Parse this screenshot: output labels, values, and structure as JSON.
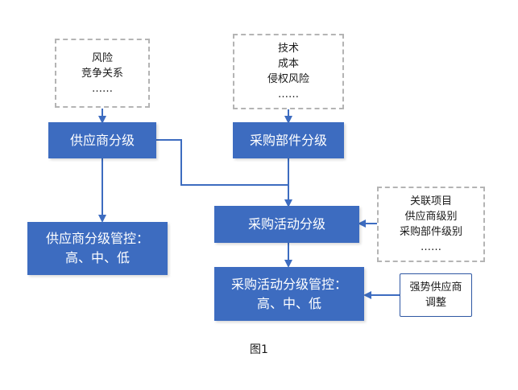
{
  "colors": {
    "solid_fill": "#3d6cc0",
    "arrow": "#3d6cc0",
    "dashed_border": "#b4b4b4",
    "outline_border": "#2e57a3"
  },
  "boxes": {
    "supplier_factors": {
      "lines": [
        "风险",
        "竞争关系",
        "……"
      ]
    },
    "part_factors": {
      "lines": [
        "技术",
        "成本",
        "侵权风险",
        "……"
      ]
    },
    "supplier_grading": {
      "lines": [
        "供应商分级"
      ]
    },
    "part_grading": {
      "lines": [
        "采购部件分级"
      ]
    },
    "activity_factors": {
      "lines": [
        "关联项目",
        "供应商级别",
        "采购部件级别",
        "……"
      ]
    },
    "activity_grading": {
      "lines": [
        "采购活动分级"
      ]
    },
    "supplier_control": {
      "lines": [
        "供应商分级管控：",
        "高、中、低"
      ]
    },
    "activity_control": {
      "lines": [
        "采购活动分级管控：",
        "高、中、低"
      ]
    },
    "strong_supplier": {
      "lines": [
        "强势供应商",
        "调整"
      ]
    }
  },
  "caption": "图1"
}
